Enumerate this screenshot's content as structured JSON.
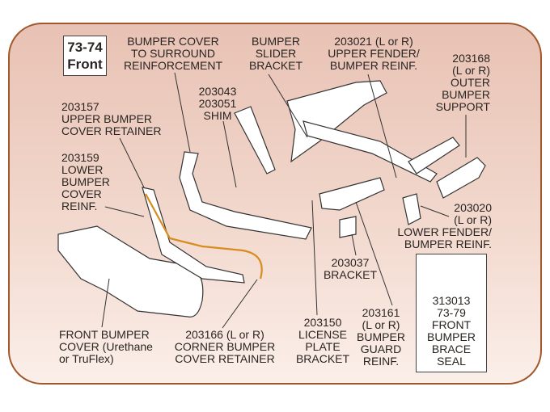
{
  "year_badge": {
    "years": "73-74",
    "position": "Front"
  },
  "labels": {
    "bumper_cover_surround": [
      "BUMPER COVER",
      "TO SURROUND",
      "REINFORCEMENT"
    ],
    "bumper_slider": [
      "BUMPER",
      "SLIDER",
      "BRACKET"
    ],
    "upper_fender": [
      "203021  (L or R)",
      "UPPER FENDER/",
      "BUMPER REINF."
    ],
    "outer_support": [
      "203168",
      "(L or R)",
      "OUTER",
      "BUMPER",
      "SUPPORT"
    ],
    "shim": [
      "203043",
      "203051",
      "SHIM"
    ],
    "upper_retainer": [
      "203157",
      "UPPER BUMPER",
      "COVER RETAINER"
    ],
    "lower_reinf": [
      "203159",
      "LOWER",
      "BUMPER",
      "COVER",
      "REINF."
    ],
    "lower_fender": [
      "203020",
      "(L or R)",
      "LOWER FENDER/",
      "BUMPER REINF."
    ],
    "bracket": [
      "203037",
      "BRACKET"
    ],
    "front_cover": [
      "FRONT BUMPER",
      "COVER (Urethane",
      "or TruFlex)"
    ],
    "corner_retainer": [
      "203166  (L or R)",
      "CORNER BUMPER",
      "COVER RETAINER"
    ],
    "license": [
      "203150",
      "LICENSE",
      "PLATE",
      "BRACKET"
    ],
    "guard": [
      "203161",
      "(L or R)",
      "BUMPER",
      "GUARD",
      "REINF."
    ],
    "seal": [
      "313013",
      "73-79",
      "FRONT",
      "BUMPER",
      "BRACE",
      "SEAL"
    ]
  },
  "colors": {
    "border": "#a0582c",
    "highlight": "#d98c1e"
  }
}
